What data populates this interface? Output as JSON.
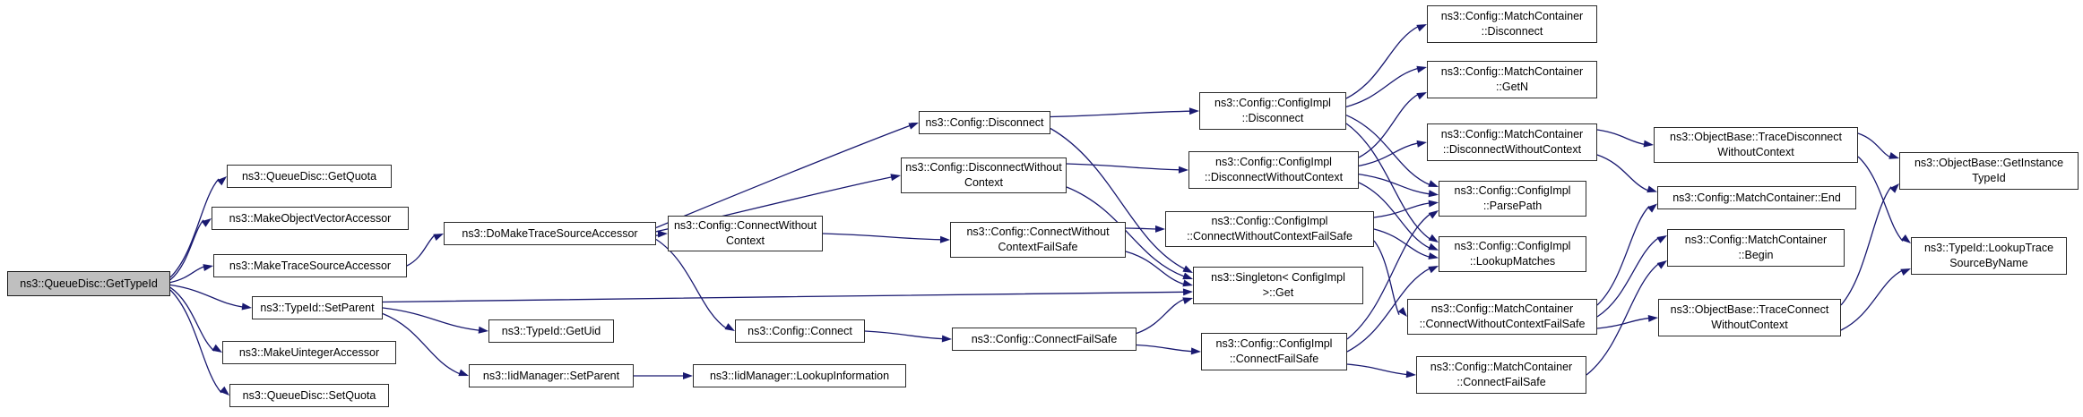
{
  "diagram": {
    "kind": "call-graph",
    "colors": {
      "background": "#ffffff",
      "edge": "#191970",
      "node_border": "#2b2b2b",
      "node_fill": "#ffffff",
      "main_node_fill": "#bfbfbf",
      "text": "#000000"
    },
    "nodes": [
      {
        "id": "queuedisc-gettypeid",
        "main": true,
        "lines": [
          "ns3::QueueDisc::GetTypeId"
        ]
      },
      {
        "id": "queuedisc-getquota",
        "main": false,
        "lines": [
          "ns3::QueueDisc::GetQuota"
        ]
      },
      {
        "id": "make-object-vector-accessor",
        "main": false,
        "lines": [
          "ns3::MakeObjectVectorAccessor"
        ]
      },
      {
        "id": "make-trace-source-accessor",
        "main": false,
        "lines": [
          "ns3::MakeTraceSourceAccessor"
        ]
      },
      {
        "id": "typeid-setparent",
        "main": false,
        "lines": [
          "ns3::TypeId::SetParent"
        ]
      },
      {
        "id": "make-uinteger-accessor",
        "main": false,
        "lines": [
          "ns3::MakeUintegerAccessor"
        ]
      },
      {
        "id": "queuedisc-setquota",
        "main": false,
        "lines": [
          "ns3::QueueDisc::SetQuota"
        ]
      },
      {
        "id": "do-make-trace-source-accessor",
        "main": false,
        "lines": [
          "ns3::DoMakeTraceSourceAccessor"
        ]
      },
      {
        "id": "typeid-getuid",
        "main": false,
        "lines": [
          "ns3::TypeId::GetUid"
        ]
      },
      {
        "id": "iidmanager-setparent",
        "main": false,
        "lines": [
          "ns3::IidManager::SetParent"
        ]
      },
      {
        "id": "iidmanager-lookupinformation",
        "main": false,
        "lines": [
          "ns3::IidManager::LookupInformation"
        ]
      },
      {
        "id": "config-connect-without-context",
        "main": false,
        "lines": [
          "ns3::Config::ConnectWithout",
          "Context"
        ]
      },
      {
        "id": "config-connect",
        "main": false,
        "lines": [
          "ns3::Config::Connect"
        ]
      },
      {
        "id": "config-disconnect",
        "main": false,
        "lines": [
          "ns3::Config::Disconnect"
        ]
      },
      {
        "id": "config-disconnect-without-context",
        "main": false,
        "lines": [
          "ns3::Config::DisconnectWithout",
          "Context"
        ]
      },
      {
        "id": "config-connect-without-context-fail-safe",
        "main": false,
        "lines": [
          "ns3::Config::ConnectWithout",
          "ContextFailSafe"
        ]
      },
      {
        "id": "config-connect-fail-safe",
        "main": false,
        "lines": [
          "ns3::Config::ConnectFailSafe"
        ]
      },
      {
        "id": "configimpl-disconnect",
        "main": false,
        "lines": [
          "ns3::Config::ConfigImpl",
          "::Disconnect"
        ]
      },
      {
        "id": "configimpl-disconnect-without-context",
        "main": false,
        "lines": [
          "ns3::Config::ConfigImpl",
          "::DisconnectWithoutContext"
        ]
      },
      {
        "id": "configimpl-connect-without-context-fail-safe",
        "main": false,
        "lines": [
          "ns3::Config::ConfigImpl",
          "::ConnectWithoutContextFailSafe"
        ]
      },
      {
        "id": "singleton-configimpl-get",
        "main": false,
        "lines": [
          "ns3::Singleton< ConfigImpl",
          ">::Get"
        ]
      },
      {
        "id": "configimpl-connect-fail-safe",
        "main": false,
        "lines": [
          "ns3::Config::ConfigImpl",
          "::ConnectFailSafe"
        ]
      },
      {
        "id": "matchcontainer-disconnect",
        "main": false,
        "lines": [
          "ns3::Config::MatchContainer",
          "::Disconnect"
        ]
      },
      {
        "id": "matchcontainer-getn",
        "main": false,
        "lines": [
          "ns3::Config::MatchContainer",
          "::GetN"
        ]
      },
      {
        "id": "matchcontainer-disconnect-without-context",
        "main": false,
        "lines": [
          "ns3::Config::MatchContainer",
          "::DisconnectWithoutContext"
        ]
      },
      {
        "id": "configimpl-parsepath",
        "main": false,
        "lines": [
          "ns3::Config::ConfigImpl",
          "::ParsePath"
        ]
      },
      {
        "id": "configimpl-lookupmatches",
        "main": false,
        "lines": [
          "ns3::Config::ConfigImpl",
          "::LookupMatches"
        ]
      },
      {
        "id": "matchcontainer-connect-without-context-fail-safe",
        "main": false,
        "lines": [
          "ns3::Config::MatchContainer",
          "::ConnectWithoutContextFailSafe"
        ]
      },
      {
        "id": "matchcontainer-connect-fail-safe",
        "main": false,
        "lines": [
          "ns3::Config::MatchContainer",
          "::ConnectFailSafe"
        ]
      },
      {
        "id": "objectbase-tracedisconnect-without-context",
        "main": false,
        "lines": [
          "ns3::ObjectBase::TraceDisconnect",
          "WithoutContext"
        ]
      },
      {
        "id": "matchcontainer-end",
        "main": false,
        "lines": [
          "ns3::Config::MatchContainer::End"
        ]
      },
      {
        "id": "matchcontainer-begin",
        "main": false,
        "lines": [
          "ns3::Config::MatchContainer",
          "::Begin"
        ]
      },
      {
        "id": "objectbase-traceconnect-without-context",
        "main": false,
        "lines": [
          "ns3::ObjectBase::TraceConnect",
          "WithoutContext"
        ]
      },
      {
        "id": "objectbase-getinstance-typeid",
        "main": false,
        "lines": [
          "ns3::ObjectBase::GetInstance",
          "TypeId"
        ]
      },
      {
        "id": "typeid-lookuptracesourcebyname",
        "main": false,
        "lines": [
          "ns3::TypeId::LookupTrace",
          "SourceByName"
        ]
      }
    ],
    "edges": [
      {
        "from": "queuedisc-gettypeid",
        "to": "queuedisc-getquota"
      },
      {
        "from": "queuedisc-gettypeid",
        "to": "make-object-vector-accessor"
      },
      {
        "from": "queuedisc-gettypeid",
        "to": "make-trace-source-accessor"
      },
      {
        "from": "queuedisc-gettypeid",
        "to": "typeid-setparent"
      },
      {
        "from": "queuedisc-gettypeid",
        "to": "make-uinteger-accessor"
      },
      {
        "from": "queuedisc-gettypeid",
        "to": "queuedisc-setquota"
      },
      {
        "from": "make-trace-source-accessor",
        "to": "do-make-trace-source-accessor"
      },
      {
        "from": "do-make-trace-source-accessor",
        "to": "config-disconnect"
      },
      {
        "from": "do-make-trace-source-accessor",
        "to": "config-disconnect-without-context"
      },
      {
        "from": "do-make-trace-source-accessor",
        "to": "config-connect-without-context"
      },
      {
        "from": "do-make-trace-source-accessor",
        "to": "config-connect"
      },
      {
        "from": "typeid-setparent",
        "to": "typeid-getuid"
      },
      {
        "from": "typeid-setparent",
        "to": "iidmanager-setparent"
      },
      {
        "from": "typeid-setparent",
        "to": "singleton-configimpl-get"
      },
      {
        "from": "iidmanager-setparent",
        "to": "iidmanager-lookupinformation"
      },
      {
        "from": "config-connect-without-context",
        "to": "config-connect-without-context-fail-safe"
      },
      {
        "from": "config-connect",
        "to": "config-connect-fail-safe"
      },
      {
        "from": "config-disconnect",
        "to": "configimpl-disconnect"
      },
      {
        "from": "config-disconnect",
        "to": "singleton-configimpl-get"
      },
      {
        "from": "config-disconnect-without-context",
        "to": "configimpl-disconnect-without-context"
      },
      {
        "from": "config-disconnect-without-context",
        "to": "singleton-configimpl-get"
      },
      {
        "from": "config-connect-without-context-fail-safe",
        "to": "configimpl-connect-without-context-fail-safe"
      },
      {
        "from": "config-connect-without-context-fail-safe",
        "to": "singleton-configimpl-get"
      },
      {
        "from": "config-connect-fail-safe",
        "to": "singleton-configimpl-get"
      },
      {
        "from": "config-connect-fail-safe",
        "to": "configimpl-connect-fail-safe"
      },
      {
        "from": "configimpl-disconnect",
        "to": "matchcontainer-disconnect"
      },
      {
        "from": "configimpl-disconnect",
        "to": "matchcontainer-getn"
      },
      {
        "from": "configimpl-disconnect",
        "to": "configimpl-parsepath"
      },
      {
        "from": "configimpl-disconnect",
        "to": "configimpl-lookupmatches"
      },
      {
        "from": "configimpl-disconnect-without-context",
        "to": "matchcontainer-getn"
      },
      {
        "from": "configimpl-disconnect-without-context",
        "to": "matchcontainer-disconnect-without-context"
      },
      {
        "from": "configimpl-disconnect-without-context",
        "to": "configimpl-parsepath"
      },
      {
        "from": "configimpl-disconnect-without-context",
        "to": "configimpl-lookupmatches"
      },
      {
        "from": "configimpl-connect-without-context-fail-safe",
        "to": "matchcontainer-connect-without-context-fail-safe"
      },
      {
        "from": "configimpl-connect-without-context-fail-safe",
        "to": "configimpl-parsepath"
      },
      {
        "from": "configimpl-connect-without-context-fail-safe",
        "to": "configimpl-lookupmatches"
      },
      {
        "from": "configimpl-connect-fail-safe",
        "to": "configimpl-parsepath"
      },
      {
        "from": "configimpl-connect-fail-safe",
        "to": "configimpl-lookupmatches"
      },
      {
        "from": "configimpl-connect-fail-safe",
        "to": "matchcontainer-connect-fail-safe"
      },
      {
        "from": "matchcontainer-disconnect-without-context",
        "to": "objectbase-tracedisconnect-without-context"
      },
      {
        "from": "matchcontainer-disconnect-without-context",
        "to": "matchcontainer-end"
      },
      {
        "from": "matchcontainer-connect-without-context-fail-safe",
        "to": "objectbase-traceconnect-without-context"
      },
      {
        "from": "matchcontainer-connect-without-context-fail-safe",
        "to": "matchcontainer-end"
      },
      {
        "from": "matchcontainer-connect-without-context-fail-safe",
        "to": "matchcontainer-begin"
      },
      {
        "from": "matchcontainer-connect-fail-safe",
        "to": "matchcontainer-begin"
      },
      {
        "from": "objectbase-tracedisconnect-without-context",
        "to": "objectbase-getinstance-typeid"
      },
      {
        "from": "objectbase-tracedisconnect-without-context",
        "to": "typeid-lookuptracesourcebyname"
      },
      {
        "from": "objectbase-traceconnect-without-context",
        "to": "objectbase-getinstance-typeid"
      },
      {
        "from": "objectbase-traceconnect-without-context",
        "to": "typeid-lookuptracesourcebyname"
      }
    ]
  }
}
